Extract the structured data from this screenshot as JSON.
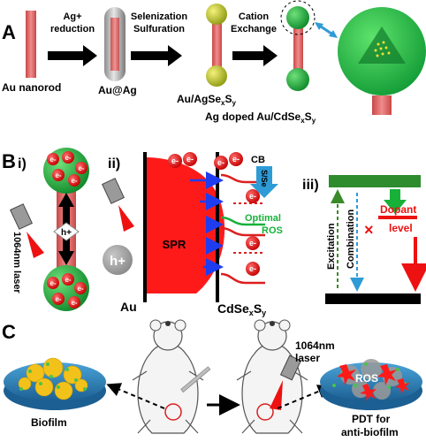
{
  "panels": {
    "a": "A",
    "b": "B",
    "c": "C"
  },
  "panel_a": {
    "step1": {
      "line1": "Ag+",
      "line2": "reduction"
    },
    "step2": {
      "line1": "Selenization",
      "line2": "Sulfuration"
    },
    "step3": {
      "line1": "Cation",
      "line2": "Exchange"
    },
    "product1": "Au nanorod",
    "product2": "Au@Ag",
    "product3": {
      "base": "Au/AgSe",
      "sub1": "x",
      "mid": "S",
      "sub2": "y"
    },
    "product4": {
      "base": "Ag doped Au/CdSe",
      "sub1": "x",
      "mid": "S",
      "sub2": "y"
    }
  },
  "panel_b": {
    "sub_i": "i)",
    "sub_ii": "ii)",
    "sub_iii": "iii)",
    "electron": "e-",
    "hole": "h+",
    "laser_label": "1064nm laser",
    "spr": "SPR",
    "au": "Au",
    "semiconductor": {
      "base": "CdSe",
      "sub1": "x",
      "mid": "S",
      "sub2": "y"
    },
    "cb": "CB",
    "s_se": "S/Se",
    "optimal": "Optimal",
    "ros": "ROS",
    "excitation": "Excitation",
    "combination": "Combination",
    "dopant": "Dopant",
    "level": "level",
    "cross": "×"
  },
  "panel_c": {
    "laser_line1": "1064nm",
    "laser_line2": "laser",
    "biofilm": "Biofilm",
    "ros": "ROS",
    "pdt_line1": "PDT for",
    "pdt_line2": "anti-biofilm"
  },
  "colors": {
    "rod": "#e46a6a",
    "green_sphere": "#2db34a",
    "spr_red": "#ff1a1a",
    "arrow_blue": "#1f3df0",
    "ros_green": "#17b13a",
    "black": "#000000"
  }
}
